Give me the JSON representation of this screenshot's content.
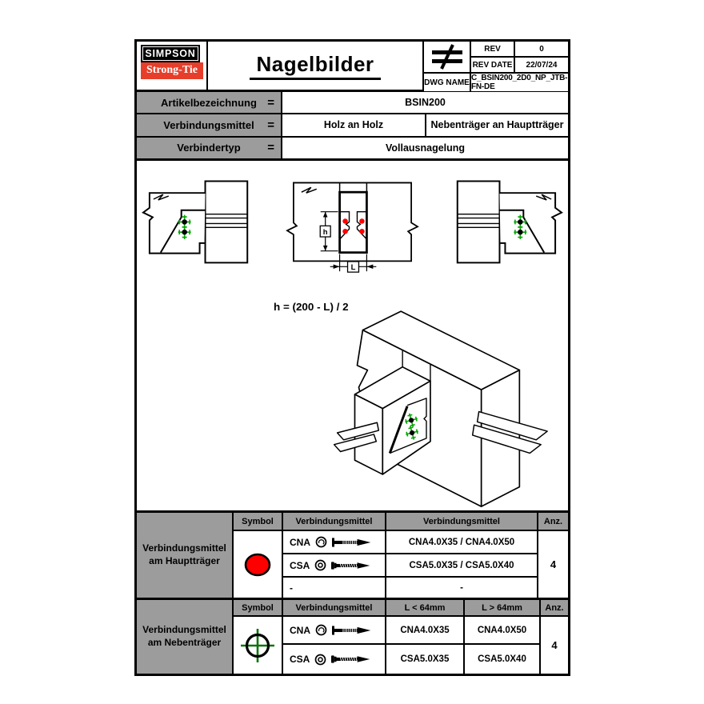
{
  "header": {
    "logo_line1": "SIMPSON",
    "logo_line2": "Strong-Tie",
    "title": "Nagelbilder"
  },
  "rev_block": {
    "projection_symbol": "≠",
    "rev_label": "REV",
    "rev_value": "0",
    "rev_date_label": "REV DATE",
    "rev_date_value": "22/07/24",
    "dwg_name_label": "DWG NAME",
    "dwg_name_value": "C_BSIN200_2D0_NP_JTB-FN-DE"
  },
  "info": {
    "equals": "=",
    "rows": [
      {
        "label": "Artikelbezeichnung",
        "value": "BSIN200"
      },
      {
        "label": "Verbindungsmittel",
        "value1": "Holz an Holz",
        "value2": "Nebenträger an Hauptträger"
      },
      {
        "label": "Verbindertyp",
        "value": "Vollausnagelung"
      }
    ]
  },
  "drawing": {
    "formula": "h = (200 - L) / 2",
    "dim_h_label": "h",
    "dim_l_label": "L",
    "colors": {
      "haupttraeger_nail_red": "#ff0000",
      "nebentraeger_nail_green": "#00a500"
    }
  },
  "tables": {
    "haupt": {
      "row_label": "Verbindungsmittel am Hauptträger",
      "headers": [
        "Symbol",
        "Verbindungsmittel",
        "Verbindungsmittel",
        "Anz."
      ],
      "symbol": "red-filled-circle",
      "rows": [
        {
          "name": "CNA",
          "value": "CNA4.0X35 / CNA4.0X50"
        },
        {
          "name": "CSA",
          "value": "CSA5.0X35 / CSA5.0X40"
        },
        {
          "name": "-",
          "value": "-"
        }
      ],
      "anz": "4"
    },
    "neben": {
      "row_label": "Verbindungsmittel am Nebenträger",
      "headers": [
        "Symbol",
        "Verbindungsmittel",
        "L < 64mm",
        "L > 64mm",
        "Anz."
      ],
      "symbol": "green-crosshair-circle",
      "rows": [
        {
          "name": "CNA",
          "l_small": "CNA4.0X35",
          "l_large": "CNA4.0X50"
        },
        {
          "name": "CSA",
          "l_small": "CSA5.0X35",
          "l_large": "CSA5.0X40"
        }
      ],
      "anz": "4"
    }
  }
}
